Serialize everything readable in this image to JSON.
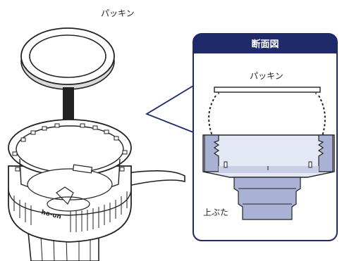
{
  "labels": {
    "packing_top": "パッキン",
    "section_title": "断面図",
    "packing_section": "パッキン",
    "lid": "上ぶた",
    "brand": "ho-on"
  },
  "colors": {
    "outline": "#222222",
    "navy": "#1f2a6b",
    "section_fill": "#e4e8f4",
    "section_fill_dark": "#a9b2d4",
    "section_fill_mid": "#c8cee6",
    "packing_fill": "#ffffff",
    "arrow": "#222222"
  },
  "icons": {
    "main_arrow": "down-arrow-icon",
    "dotted_arrows": "dotted-curved-arrow-icon"
  }
}
